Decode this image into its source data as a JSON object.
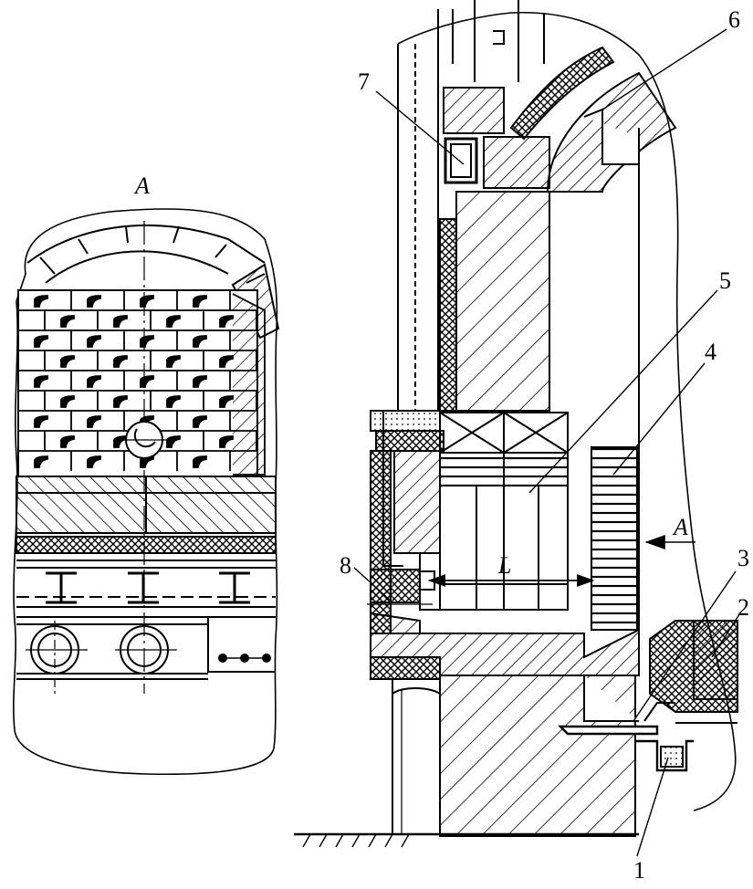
{
  "figure": {
    "view_label": "A",
    "dimension_label": "L",
    "arrow_label": "A",
    "callouts": [
      "1",
      "2",
      "3",
      "4",
      "5",
      "6",
      "7",
      "8"
    ]
  },
  "colors": {
    "ink": "#000000",
    "paper": "#ffffff"
  }
}
